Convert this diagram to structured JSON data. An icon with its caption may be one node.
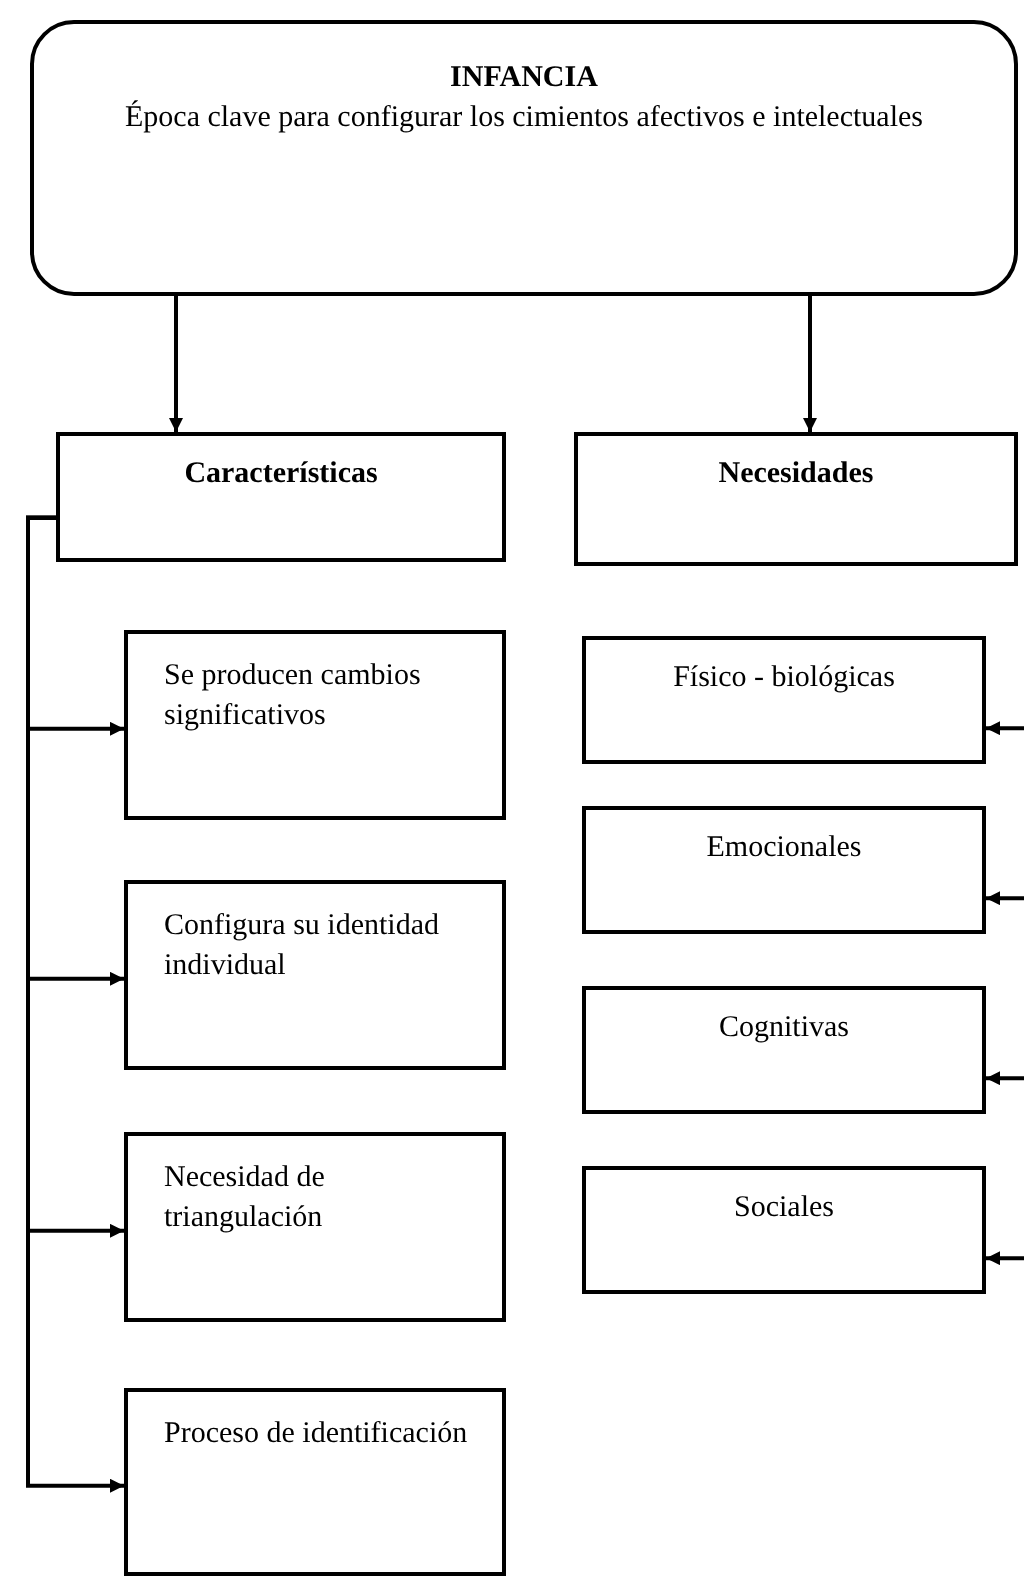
{
  "diagram": {
    "nodes": [
      {
        "text": [
          "INFANCIA",
          "Época clave para configurar los cimientos afectivos e intelectuales"
        ]
      },
      {
        "text": [
          "Características"
        ]
      },
      {
        "text": [
          "Necesidades"
        ]
      },
      {
        "text": [
          "Se producen cambios significativos"
        ]
      },
      {
        "text": [
          "Configura su identidad individual"
        ]
      },
      {
        "text": [
          "Necesidad de triangulación"
        ]
      },
      {
        "text": [
          "Proceso de identificación"
        ]
      },
      {
        "text": [
          "Físico - biológicas"
        ]
      },
      {
        "text": [
          "Emocionales"
        ]
      },
      {
        "text": [
          "Cognitivas"
        ]
      },
      {
        "text": [
          "Sociales"
        ]
      }
    ],
    "edges": [
      {
        "from": 0,
        "to": 1,
        "arrow": "to"
      },
      {
        "from": 0,
        "to": 2,
        "arrow": "to"
      },
      {
        "from": 1,
        "to": 3,
        "arrow": "to"
      },
      {
        "from": 1,
        "to": 4,
        "arrow": "to"
      },
      {
        "from": 1,
        "to": 5,
        "arrow": "to"
      },
      {
        "from": 1,
        "to": 6,
        "arrow": "to"
      },
      {
        "from": null,
        "to": 7,
        "arrow": "to"
      },
      {
        "from": null,
        "to": 8,
        "arrow": "to"
      },
      {
        "from": null,
        "to": 9,
        "arrow": "to"
      },
      {
        "from": null,
        "to": 10,
        "arrow": "to"
      }
    ]
  }
}
